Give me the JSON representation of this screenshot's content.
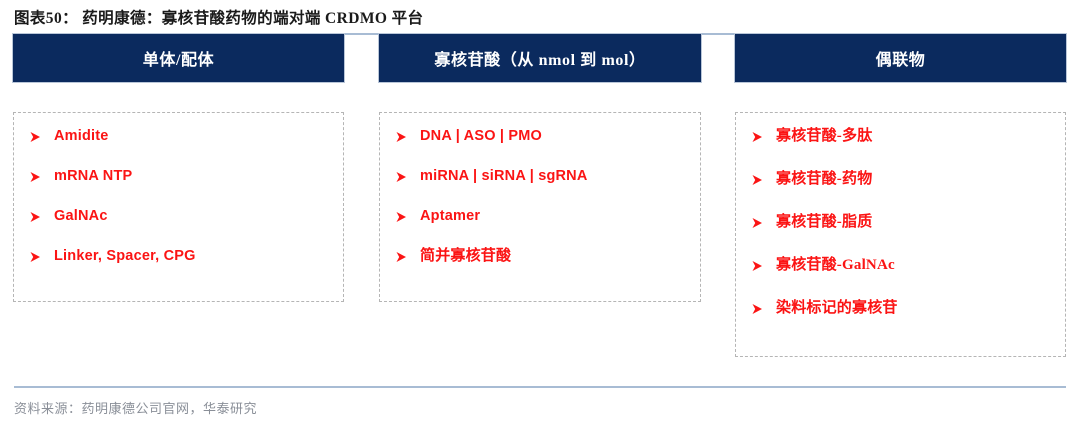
{
  "figure": {
    "title": "图表50： 药明康德：寡核苷酸药物的端对端 CRDMO 平台",
    "source": "资料来源：药明康德公司官网，华泰研究"
  },
  "colors": {
    "header_navy": "#0B2A5E",
    "item_red": "#FB1414",
    "rule_blue": "#A8BCD4",
    "dashed_border": "#B5B5B5"
  },
  "columns": [
    {
      "header": "单体/配体",
      "items": [
        {
          "label": "Amidite",
          "bullet": "arrow-right-icon"
        },
        {
          "label": "mRNA NTP",
          "bullet": "arrow-right-icon"
        },
        {
          "label": "GalNAc",
          "bullet": "arrow-right-icon"
        },
        {
          "label": "Linker, Spacer, CPG",
          "bullet": "arrow-right-icon"
        }
      ]
    },
    {
      "header": "寡核苷酸（从 nmol 到 mol）",
      "items": [
        {
          "label": "DNA | ASO | PMO",
          "bullet": "arrow-right-icon"
        },
        {
          "label": "miRNA | siRNA | sgRNA",
          "bullet": "arrow-right-icon"
        },
        {
          "label": "Aptamer",
          "bullet": "arrow-right-icon"
        },
        {
          "label": "简并寡核苷酸",
          "bullet": "arrow-right-icon"
        }
      ]
    },
    {
      "header": "偶联物",
      "items": [
        {
          "label": "寡核苷酸-多肽",
          "bullet": "arrow-right-icon"
        },
        {
          "label": "寡核苷酸-药物",
          "bullet": "arrow-right-icon"
        },
        {
          "label": "寡核苷酸-脂质",
          "bullet": "arrow-right-icon"
        },
        {
          "label": "寡核苷酸-GalNAc",
          "bullet": "arrow-right-icon"
        },
        {
          "label": "染料标记的寡核苷",
          "bullet": "arrow-right-icon"
        }
      ]
    }
  ]
}
